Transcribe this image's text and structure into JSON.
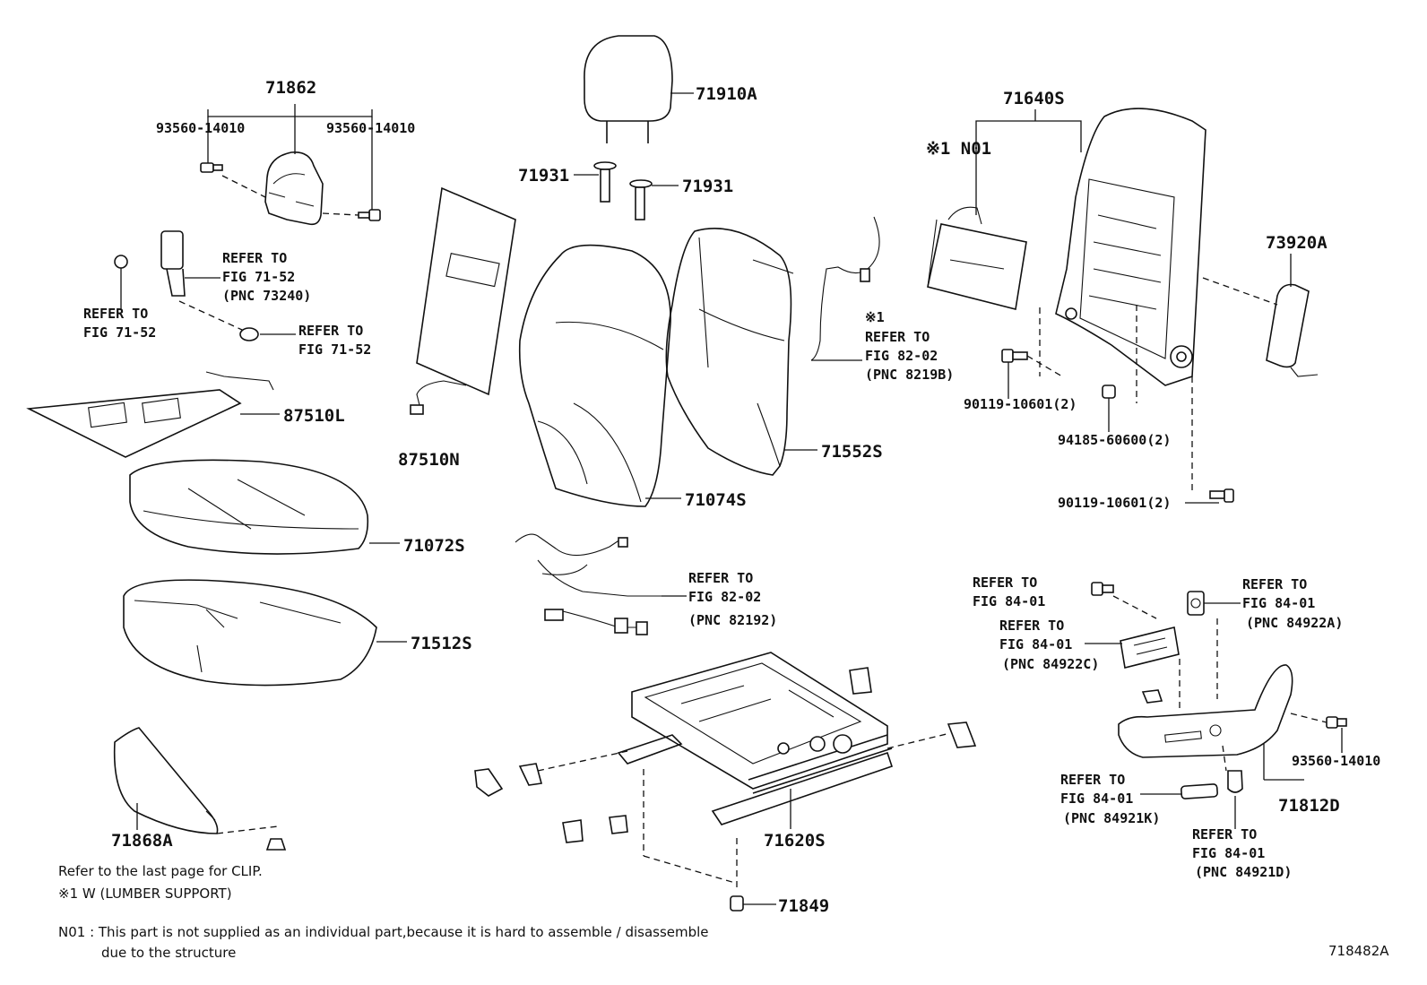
{
  "labels": {
    "p71862": "71862",
    "p93560_l": "93560-14010",
    "p93560_r": "93560-14010",
    "p71910A": "71910A",
    "p71931_l": "71931",
    "p71931_r": "71931",
    "p71640S": "71640S",
    "n01": "※1 N01",
    "p73920A": "73920A",
    "refer_fig7152_a1": "REFER TO",
    "refer_fig7152_a2": "FIG 71-52",
    "refer_fig7152_a3": "(PNC 73240)",
    "refer_fig7152_b1": "REFER TO",
    "refer_fig7152_b2": "FIG 71-52",
    "refer_fig7152_c1": "REFER TO",
    "refer_fig7152_c2": "FIG 71-52",
    "ast1": "※1",
    "refer_fig8202_a1": "REFER TO",
    "refer_fig8202_a2": "FIG 82-02",
    "refer_fig8202_a3": "(PNC 8219B)",
    "p90119_a": "90119-10601(2)",
    "p94185": "94185-60600(2)",
    "p90119_b": "90119-10601(2)",
    "p87510L": "87510L",
    "p87510N": "87510N",
    "p71552S": "71552S",
    "p71074S": "71074S",
    "p71072S": "71072S",
    "p71512S": "71512S",
    "refer_fig8202_b1": "REFER TO",
    "refer_fig8202_b2": "FIG 82-02",
    "refer_fig8202_b3": "(PNC 82192)",
    "refer_fig8401_a1": "REFER TO",
    "refer_fig8401_a2": "FIG 84-01",
    "refer_fig8401_b1": "REFER TO",
    "refer_fig8401_b2": "FIG 84-01",
    "refer_fig8401_b3": "(PNC 84922A)",
    "refer_fig8401_c1": "REFER TO",
    "refer_fig8401_c2": "FIG 84-01",
    "refer_fig8401_c3": "(PNC 84922C)",
    "p93560_br": "93560-14010",
    "p71812D": "71812D",
    "refer_fig8401_d1": "REFER TO",
    "refer_fig8401_d2": "FIG 84-01",
    "refer_fig8401_d3": "(PNC 84921K)",
    "refer_fig8401_e1": "REFER TO",
    "refer_fig8401_e2": "FIG 84-01",
    "refer_fig8401_e3": "(PNC 84921D)",
    "p71868A": "71868A",
    "p71620S": "71620S",
    "p71849": "71849"
  },
  "notes": {
    "clip": "Refer to the last page for CLIP.",
    "w_note": "※1 W (LUMBER  SUPPORT)",
    "n01_line1": "N01 : This part is not supplied as an individual part,because it is hard to assemble / disassemble",
    "n01_line2": "due to the structure"
  },
  "figure_id": "718482A"
}
